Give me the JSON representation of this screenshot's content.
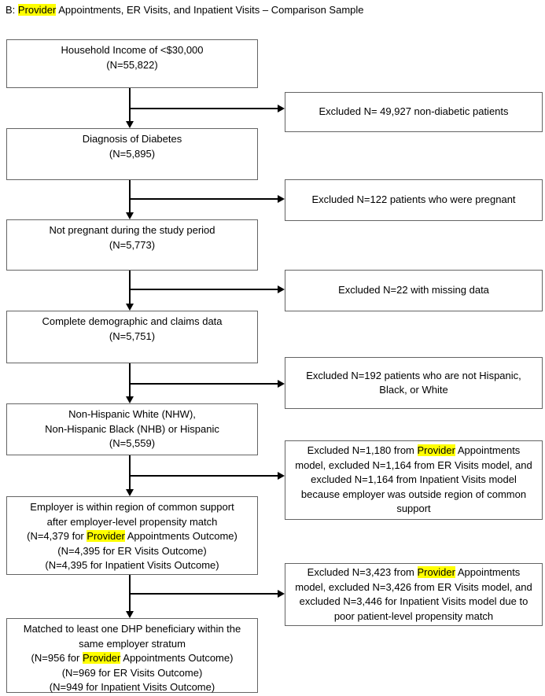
{
  "colors": {
    "highlight": "#ffff00",
    "box_border": "#646464",
    "arrow": "#000000",
    "text": "#000000",
    "background": "#ffffff"
  },
  "title": {
    "segments": [
      {
        "t": "B: ",
        "hl": false
      },
      {
        "t": "Provider",
        "hl": true
      },
      {
        "t": " Appointments, ER Visits, and Inpatient Visits – Comparison Sample",
        "hl": false
      }
    ]
  },
  "main_boxes": [
    {
      "name": "box-household-income",
      "lines": [
        [
          {
            "t": "Household Income of <$30,000",
            "hl": false
          }
        ],
        [
          {
            "t": "(N=55,822)",
            "hl": false
          }
        ]
      ]
    },
    {
      "name": "box-diagnosis-diabetes",
      "lines": [
        [
          {
            "t": "Diagnosis of Diabetes",
            "hl": false
          }
        ],
        [
          {
            "t": "(N=5,895)",
            "hl": false
          }
        ]
      ]
    },
    {
      "name": "box-not-pregnant",
      "lines": [
        [
          {
            "t": "Not pregnant during the study period",
            "hl": false
          }
        ],
        [
          {
            "t": "(N=5,773)",
            "hl": false
          }
        ]
      ]
    },
    {
      "name": "box-complete-data",
      "lines": [
        [
          {
            "t": "Complete demographic and claims data",
            "hl": false
          }
        ],
        [
          {
            "t": "(N=5,751)",
            "hl": false
          }
        ]
      ]
    },
    {
      "name": "box-race-ethnicity",
      "lines": [
        [
          {
            "t": "Non-Hispanic White (NHW),",
            "hl": false
          }
        ],
        [
          {
            "t": "Non-Hispanic Black (NHB) or Hispanic",
            "hl": false
          }
        ],
        [
          {
            "t": "(N=5,559)",
            "hl": false
          }
        ]
      ]
    },
    {
      "name": "box-common-support",
      "lines": [
        [
          {
            "t": "Employer is within region of common support",
            "hl": false
          }
        ],
        [
          {
            "t": "after employer-level propensity match",
            "hl": false
          }
        ],
        [
          {
            "t": "(N=4,379 for ",
            "hl": false
          },
          {
            "t": "Provider",
            "hl": true
          },
          {
            "t": " Appointments Outcome)",
            "hl": false
          }
        ],
        [
          {
            "t": "(N=4,395 for ER Visits Outcome)",
            "hl": false
          }
        ],
        [
          {
            "t": "(N=4,395 for Inpatient Visits Outcome)",
            "hl": false
          }
        ]
      ]
    },
    {
      "name": "box-matched-dhp",
      "lines": [
        [
          {
            "t": "Matched to least one DHP beneficiary within the",
            "hl": false
          }
        ],
        [
          {
            "t": "same employer stratum",
            "hl": false
          }
        ],
        [
          {
            "t": "(N=956 for ",
            "hl": false
          },
          {
            "t": "Provider",
            "hl": true
          },
          {
            "t": " Appointments Outcome)",
            "hl": false
          }
        ],
        [
          {
            "t": "(N=969 for ER Visits Outcome)",
            "hl": false
          }
        ],
        [
          {
            "t": "(N=949 for Inpatient Visits Outcome)",
            "hl": false
          }
        ]
      ]
    }
  ],
  "exclusion_boxes": [
    {
      "name": "excl-non-diabetic",
      "lines": [
        [
          {
            "t": "Excluded N= 49,927 non-diabetic patients",
            "hl": false
          }
        ]
      ]
    },
    {
      "name": "excl-pregnant",
      "lines": [
        [
          {
            "t": "Excluded N=122 patients who were pregnant",
            "hl": false
          }
        ]
      ]
    },
    {
      "name": "excl-missing-data",
      "lines": [
        [
          {
            "t": "Excluded N=22 with missing data",
            "hl": false
          }
        ]
      ]
    },
    {
      "name": "excl-not-hispanic-black-white",
      "lines": [
        [
          {
            "t": "Excluded N=192 patients who are not Hispanic,",
            "hl": false
          }
        ],
        [
          {
            "t": "Black, or White",
            "hl": false
          }
        ]
      ]
    },
    {
      "name": "excl-outside-common-support",
      "lines": [
        [
          {
            "t": "Excluded N=1,180 from ",
            "hl": false
          },
          {
            "t": "Provider",
            "hl": true
          },
          {
            "t": " Appointments",
            "hl": false
          }
        ],
        [
          {
            "t": "model, excluded N=1,164 from ER Visits model, and",
            "hl": false
          }
        ],
        [
          {
            "t": "excluded N=1,164 from Inpatient Visits model",
            "hl": false
          }
        ],
        [
          {
            "t": "because employer was outside region of common",
            "hl": false
          }
        ],
        [
          {
            "t": "support",
            "hl": false
          }
        ]
      ]
    },
    {
      "name": "excl-poor-propensity-match",
      "lines": [
        [
          {
            "t": "Excluded N=3,423 from ",
            "hl": false
          },
          {
            "t": "Provider",
            "hl": true
          },
          {
            "t": " Appointments",
            "hl": false
          }
        ],
        [
          {
            "t": "model, excluded N=3,426 from ER Visits model, and",
            "hl": false
          }
        ],
        [
          {
            "t": "excluded N=3,446 for Inpatient Visits model due to",
            "hl": false
          }
        ],
        [
          {
            "t": "poor patient-level propensity match",
            "hl": false
          }
        ]
      ]
    }
  ]
}
